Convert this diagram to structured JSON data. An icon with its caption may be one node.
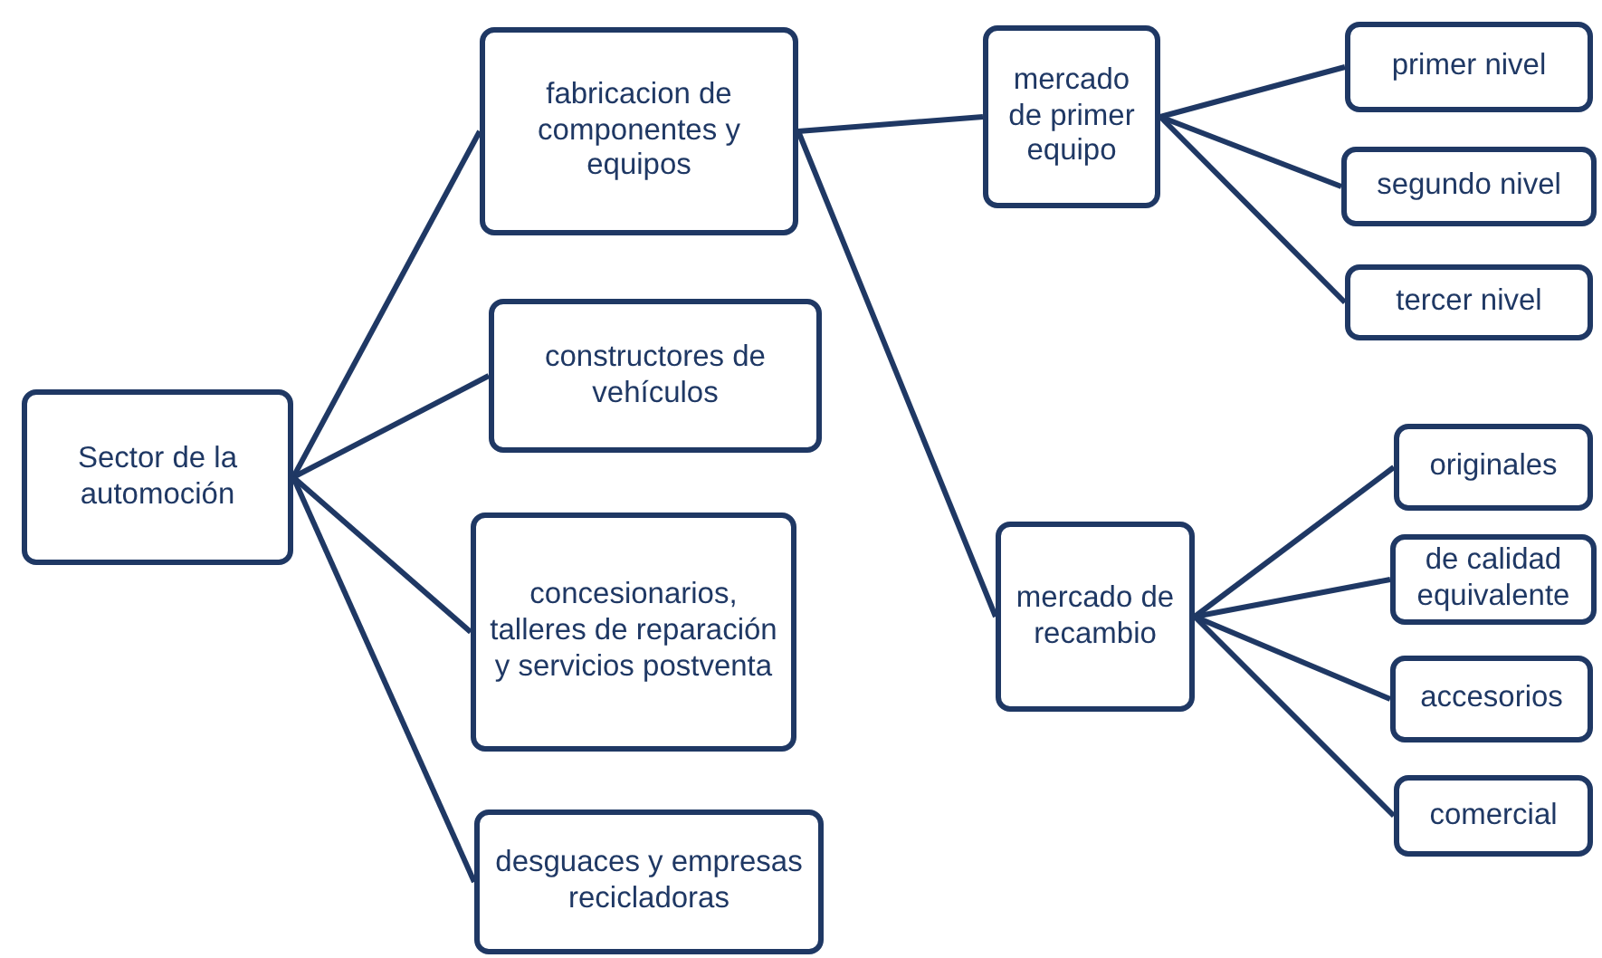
{
  "diagram": {
    "nodes": [
      {
        "text": [
          "Sector de la automoción"
        ]
      },
      {
        "text": [
          "fabricacion de componentes y equipos"
        ]
      },
      {
        "text": [
          "constructores de vehículos"
        ]
      },
      {
        "text": [
          "concesionarios, talleres de reparación y servicios postventa"
        ]
      },
      {
        "text": [
          "desguaces y empresas recicladoras"
        ]
      },
      {
        "text": [
          "mercado de primer equipo"
        ]
      },
      {
        "text": [
          "mercado de recambio"
        ]
      },
      {
        "text": [
          "primer nivel"
        ]
      },
      {
        "text": [
          "segundo nivel"
        ]
      },
      {
        "text": [
          "tercer nivel"
        ]
      },
      {
        "text": [
          "originales"
        ]
      },
      {
        "text": [
          "de calidad equivalente"
        ]
      },
      {
        "text": [
          "accesorios"
        ]
      },
      {
        "text": [
          "comercial"
        ]
      }
    ],
    "edges": [
      {
        "from": 0,
        "to": 1,
        "arrow": "none"
      },
      {
        "from": 0,
        "to": 2,
        "arrow": "none"
      },
      {
        "from": 0,
        "to": 3,
        "arrow": "none"
      },
      {
        "from": 0,
        "to": 4,
        "arrow": "none"
      },
      {
        "from": 1,
        "to": 5,
        "arrow": "none"
      },
      {
        "from": 1,
        "to": 6,
        "arrow": "none"
      },
      {
        "from": 5,
        "to": 7,
        "arrow": "none"
      },
      {
        "from": 5,
        "to": 8,
        "arrow": "none"
      },
      {
        "from": 5,
        "to": 9,
        "arrow": "none"
      },
      {
        "from": 6,
        "to": 10,
        "arrow": "none"
      },
      {
        "from": 6,
        "to": 11,
        "arrow": "none"
      },
      {
        "from": 6,
        "to": 12,
        "arrow": "none"
      },
      {
        "from": 6,
        "to": 13,
        "arrow": "none"
      }
    ]
  }
}
